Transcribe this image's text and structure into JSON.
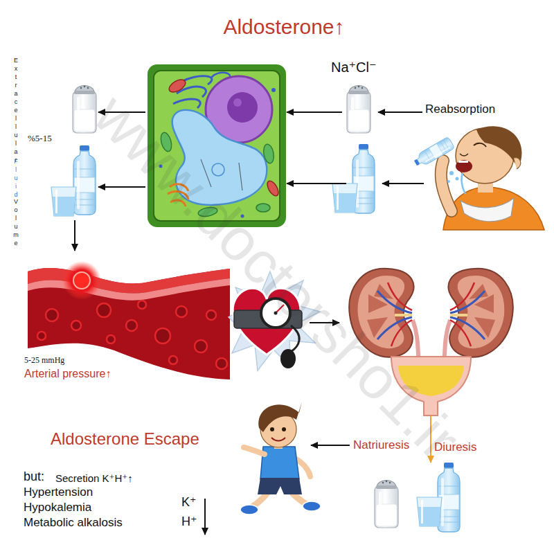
{
  "diagram": {
    "title": "Aldosterone↑",
    "labels": [
      "Extracellular",
      "Fluid",
      "Volume",
      "%5-15",
      "Na⁺Cl⁻",
      "Reabsorption",
      "5-25 mmHg",
      "Arterial pressure↑",
      "Aldosterone Escape",
      "Natriuresis",
      "Diuresis",
      "but:",
      "Secretion K⁺H⁺↑",
      "Hypertension",
      "Hypokalemia",
      "Metabolic alkalosis",
      "K⁺",
      "H⁺",
      "www.doctorsho1.ir"
    ]
  }
}
